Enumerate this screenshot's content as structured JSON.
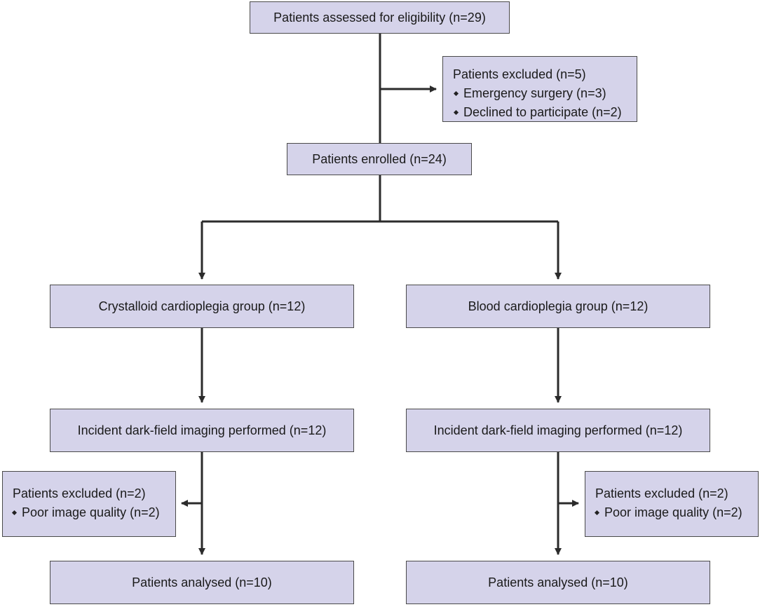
{
  "assessed": {
    "label": "Patients assessed for eligibility (n=29)"
  },
  "excluded_top": {
    "title": "Patients excluded (n=5)",
    "items": [
      "Emergency surgery (n=3)",
      "Declined to participate (n=2)"
    ]
  },
  "enrolled": {
    "label": "Patients enrolled (n=24)"
  },
  "left": {
    "group": "Crystalloid cardioplegia group (n=12)",
    "imaging": "Incident dark-field imaging performed (n=12)",
    "excluded": {
      "title": "Patients excluded (n=2)",
      "items": [
        "Poor image quality (n=2)"
      ]
    },
    "analysed": "Patients analysed (n=10)"
  },
  "right": {
    "group": "Blood cardioplegia group (n=12)",
    "imaging": "Incident dark-field imaging performed (n=12)",
    "excluded": {
      "title": "Patients excluded (n=2)",
      "items": [
        "Poor image quality (n=2)"
      ]
    },
    "analysed": "Patients analysed (n=10)"
  },
  "colors": {
    "box_fill": "#d5d3ea",
    "box_border": "#4a4a4a",
    "connector": "#2b2b2b"
  }
}
